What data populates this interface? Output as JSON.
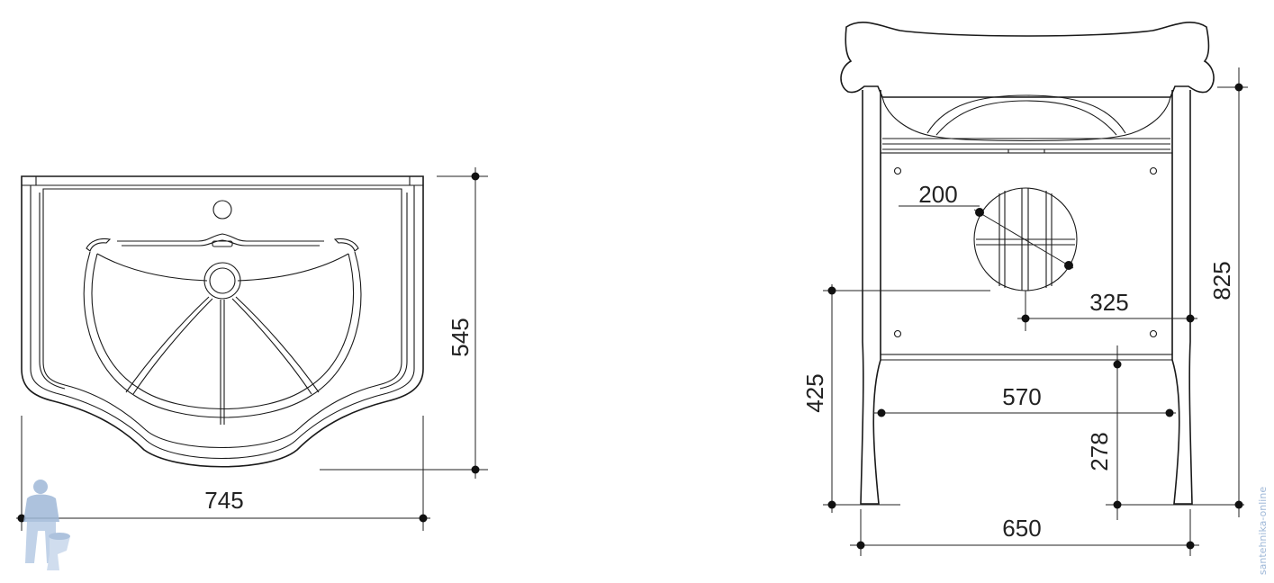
{
  "front_view": {
    "width_label": "745",
    "depth_label": "545"
  },
  "side_view": {
    "hole_diameter_label": "200",
    "hole_height_label": "325",
    "left_height_label": "425",
    "inner_width_label": "570",
    "shelf_height_label": "278",
    "total_height_label": "825",
    "total_width_label": "650"
  },
  "watermark": {
    "text": "santehnika-online"
  },
  "colors": {
    "line": "#1a1a1a",
    "mascot": "#9fb8d8"
  }
}
